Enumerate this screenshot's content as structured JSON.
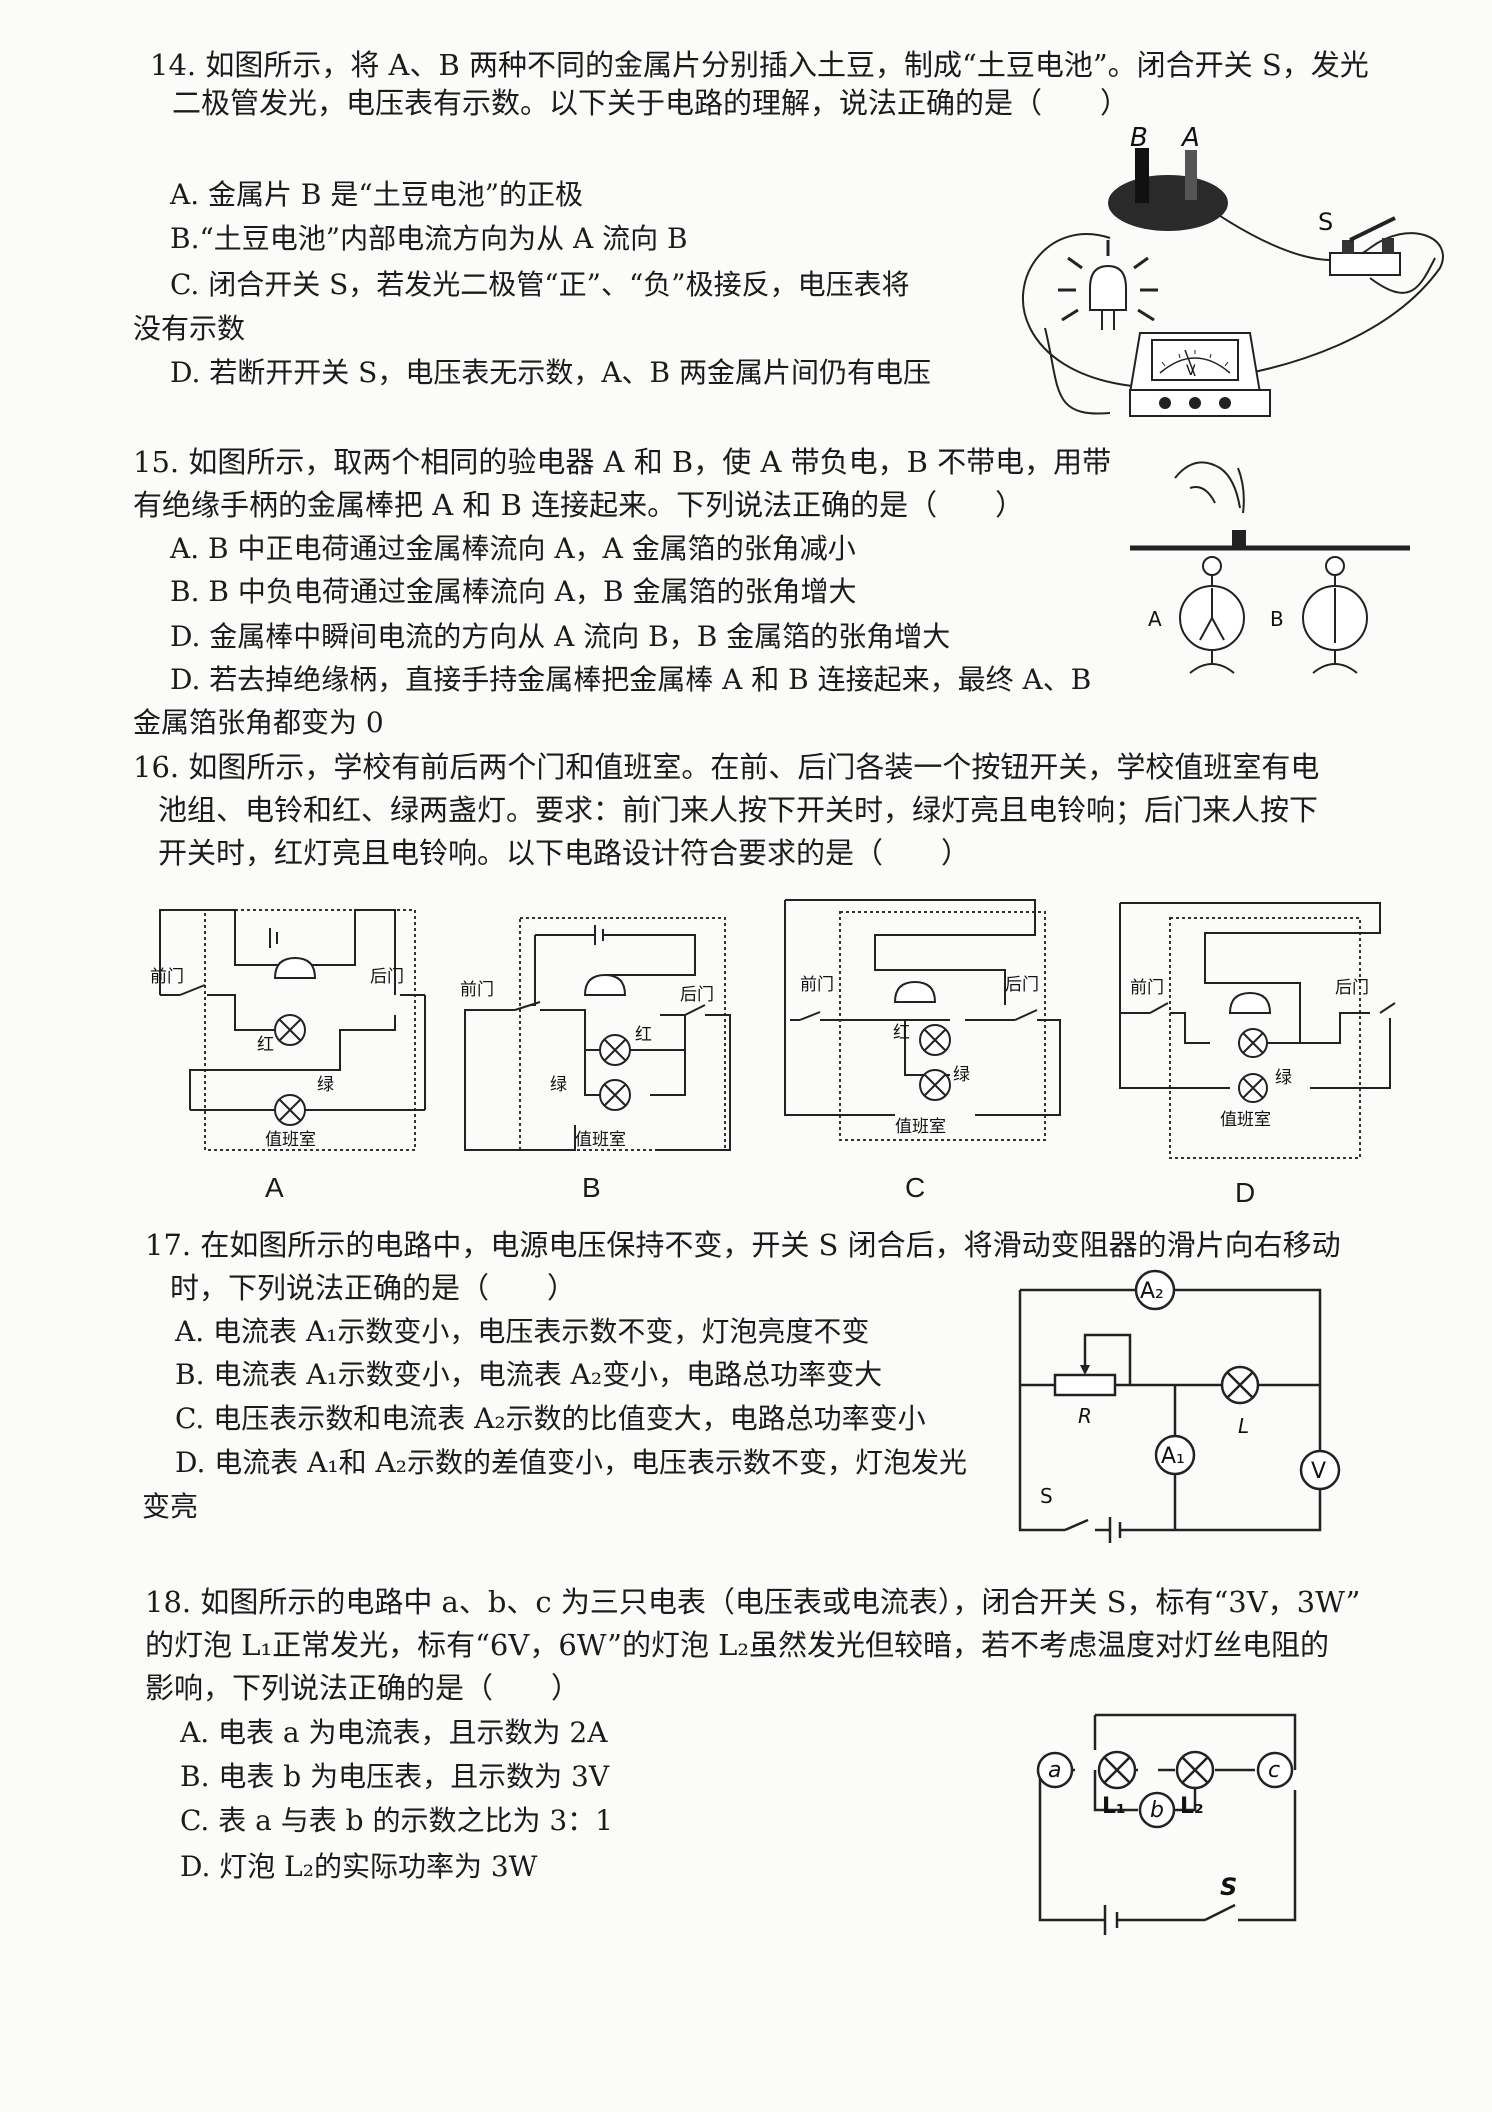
{
  "q14": {
    "stem1": "14. 如图所示，将 A、B 两种不同的金属片分别插入土豆，制成“土豆电池”。闭合开关 S，发光",
    "stem2": "二极管发光，电压表有示数。以下关于电路的理解，说法正确的是（　　）",
    "optA": "A. 金属片 B 是“土豆电池”的正极",
    "optB": "B.“土豆电池”内部电流方向为从 A 流向 B",
    "optC1": "C. 闭合开关 S，若发光二极管“正”、“负”极接反，电压表将",
    "optC2": "没有示数",
    "optD": "D. 若断开开关 S，电压表无示数，A、B 两金属片间仍有电压",
    "fig": {
      "b": "B",
      "a": "A",
      "s": "S",
      "v": "V"
    }
  },
  "q15": {
    "stem1": "15. 如图所示，取两个相同的验电器 A 和 B，使 A 带负电，B 不带电，用带",
    "stem2": "有绝缘手柄的金属棒把 A 和 B 连接起来。下列说法正确的是（　　）",
    "optA": "A. B 中正电荷通过金属棒流向 A，A 金属箔的张角减小",
    "optB": "B. B 中负电荷通过金属棒流向 A，B 金属箔的张角增大",
    "optC": "D. 金属棒中瞬间电流的方向从 A 流向 B，B 金属箔的张角增大",
    "optD1": "D. 若去掉绝缘柄，直接手持金属棒把金属棒 A 和 B 连接起来，最终 A、B",
    "optD2": "金属箔张角都变为 0",
    "fig": {
      "a": "A",
      "b": "B"
    }
  },
  "q16": {
    "stem1": "16. 如图所示，学校有前后两个门和值班室。在前、后门各装一个按钮开关，学校值班室有电",
    "stem2": "池组、电铃和红、绿两盏灯。要求：前门来人按下开关时，绿灯亮且电铃响；后门来人按下",
    "stem3": "开关时，红灯亮且电铃响。以下电路设计符合要求的是（　　）",
    "front": "前门",
    "back": "后门",
    "red": "红",
    "green": "绿",
    "room": "值班室",
    "caps": [
      "A",
      "B",
      "C",
      "D"
    ]
  },
  "q17": {
    "stem1": "17. 在如图所示的电路中，电源电压保持不变，开关 S 闭合后，将滑动变阻器的滑片向右移动",
    "stem2": "时，下列说法正确的是（　　）",
    "optA": "A. 电流表 A₁示数变小，电压表示数不变，灯泡亮度不变",
    "optB": "B. 电流表 A₁示数变小，电流表 A₂变小，电路总功率变大",
    "optC": "C. 电压表示数和电流表 A₂示数的比值变大，电路总功率变小",
    "optD1": "D. 电流表 A₁和 A₂示数的差值变小，电压表示数不变，灯泡发光",
    "optD2": "变亮",
    "fig": {
      "a2": "A₂",
      "a1": "A₁",
      "r": "R",
      "l": "L",
      "v": "V",
      "s": "S"
    }
  },
  "q18": {
    "stem1": "18. 如图所示的电路中 a、b、c 为三只电表（电压表或电流表），闭合开关 S，标有“3V，3W”",
    "stem2": "的灯泡 L₁正常发光，标有“6V，6W”的灯泡 L₂虽然发光但较暗，若不考虑温度对灯丝电阻的",
    "stem3": "影响，下列说法正确的是（　　）",
    "optA": "A. 电表 a 为电流表，且示数为 2A",
    "optB": "B. 电表 b 为电压表，且示数为 3V",
    "optC": "C. 表 a 与表 b 的示数之比为 3：1",
    "optD": "D. 灯泡 L₂的实际功率为 3W",
    "fig": {
      "a": "a",
      "b": "b",
      "c": "c",
      "l1": "L₁",
      "l2": "L₂",
      "s": "S"
    }
  }
}
